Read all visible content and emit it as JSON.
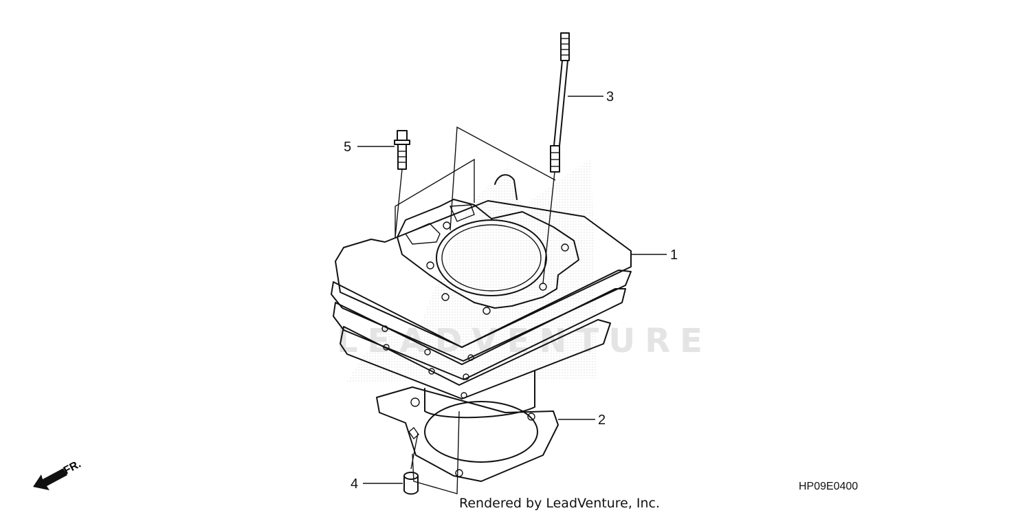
{
  "diagram": {
    "watermark_text": "LEADVENTURE",
    "diagram_code": "HP09E0400",
    "credit": "Rendered by LeadVenture, Inc.",
    "front_label": "FR.",
    "callouts": [
      {
        "number": "1",
        "part": "cylinder"
      },
      {
        "number": "2",
        "part": "cylinder-base-gasket"
      },
      {
        "number": "3",
        "part": "stud-bolt"
      },
      {
        "number": "4",
        "part": "dowel-pin"
      },
      {
        "number": "5",
        "part": "flange-bolt"
      }
    ]
  }
}
